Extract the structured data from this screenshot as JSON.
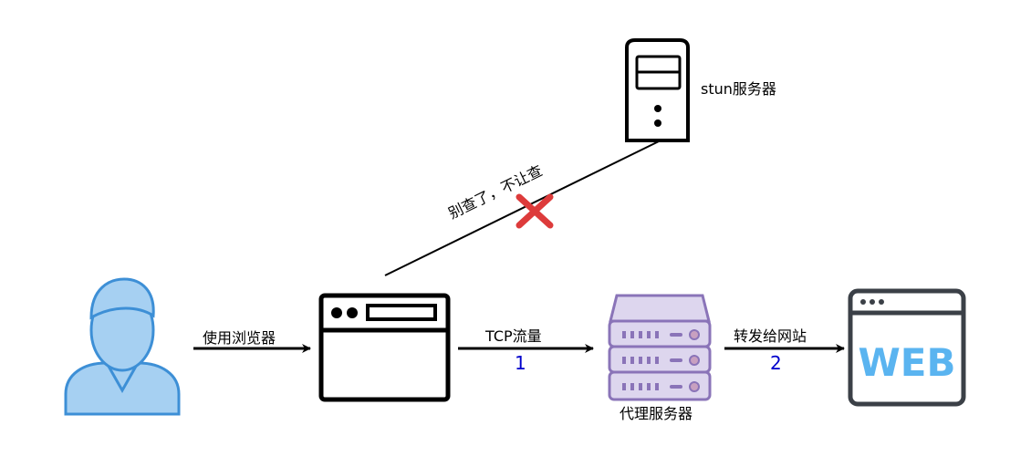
{
  "labels": {
    "use_browser": "使用浏览器",
    "tcp_traffic": "TCP流量",
    "forward_to_site": "转发给网站",
    "proxy_server": "代理服务器",
    "stun_server": "stun服务器",
    "blocked_note": "别查了，不让查",
    "step1": "1",
    "step2": "2",
    "web": "WEB"
  },
  "colors": {
    "user_fill": "#a6d0f2",
    "user_stroke": "#3d8fd6",
    "proxy_fill": "#ddd6ee",
    "proxy_stroke": "#8a74b8",
    "proxy_light": "#c8a0c0",
    "web_frame": "#3b4047",
    "web_text": "#5ab4f0",
    "cross": "#dd3b3b",
    "step_numbers": "#0000cc"
  },
  "icons": {
    "user": "user-icon",
    "browser": "browser-window-icon",
    "proxy": "server-rack-icon",
    "stun": "server-tower-icon",
    "web": "web-page-icon",
    "blocked": "cross-icon"
  }
}
